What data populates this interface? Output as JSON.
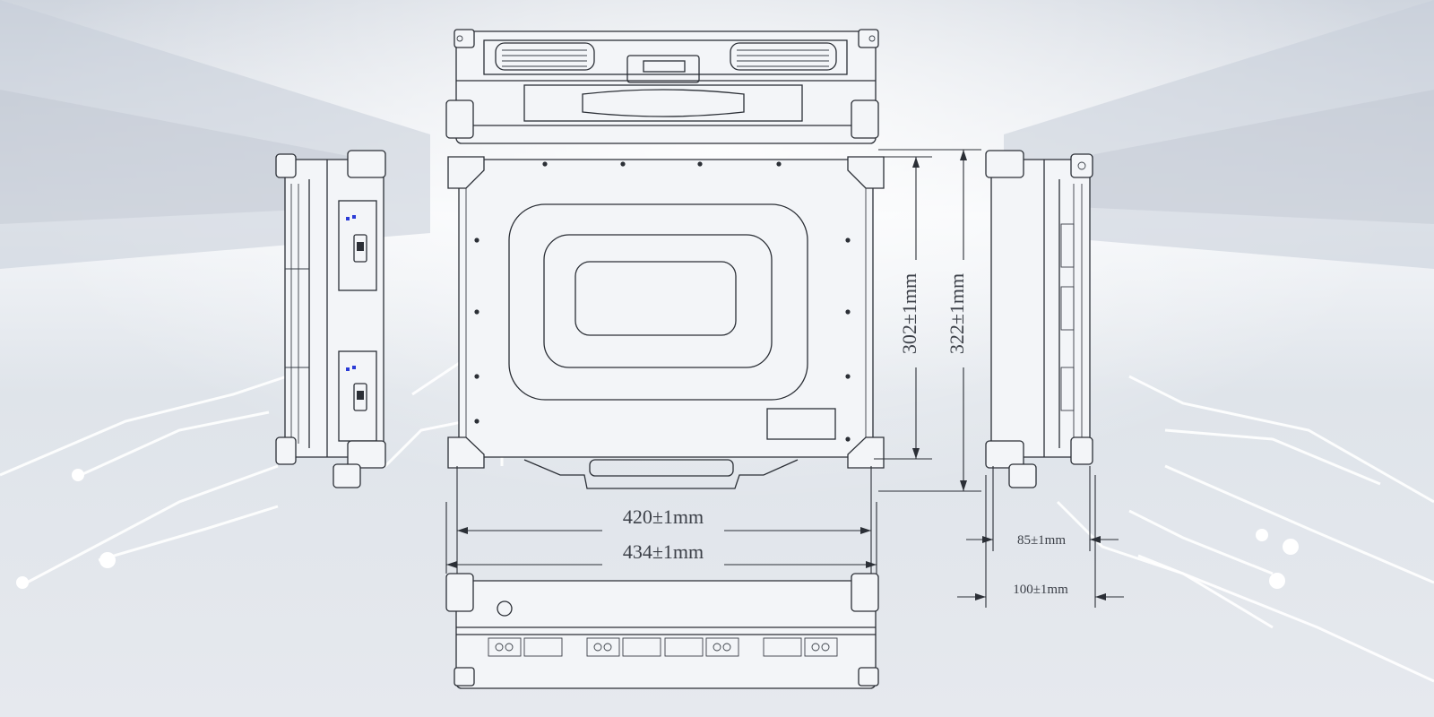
{
  "dimensions": {
    "width_inner": "420±1mm",
    "width_outer": "434±1mm",
    "height_inner": "302±1mm",
    "height_outer": "322±1mm",
    "depth_inner": "85±1mm",
    "depth_outer": "100±1mm"
  },
  "colors": {
    "line": "#2b2f36",
    "panel": "#f3f5f8",
    "circuit": "#ffffff",
    "indicator": "#2a3bd6"
  },
  "icons": [
    "battery-switch-icon",
    "screw-icon",
    "corner-bracket-icon",
    "handle-icon"
  ]
}
